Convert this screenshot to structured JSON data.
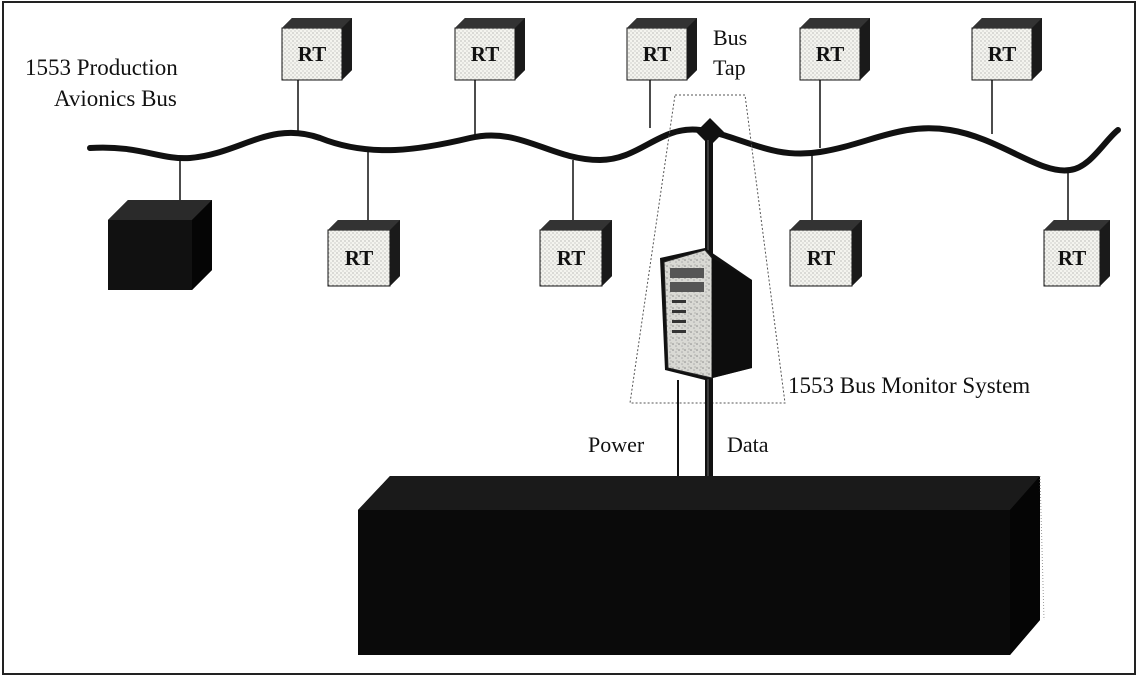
{
  "labels": {
    "bus_name_line1": "1553 Production",
    "bus_name_line2": "Avionics Bus",
    "bus_tap_line1": "Bus",
    "bus_tap_line2": "Tap",
    "monitor_system": "1553 Bus Monitor System",
    "power": "Power",
    "data": "Data"
  },
  "rt_label": "RT",
  "colors": {
    "bus": "#111111",
    "box_fill_dark": "#111111",
    "rt_face": "#f2f2ee",
    "rt_side": "#1a1a1a",
    "frame": "#222222"
  }
}
